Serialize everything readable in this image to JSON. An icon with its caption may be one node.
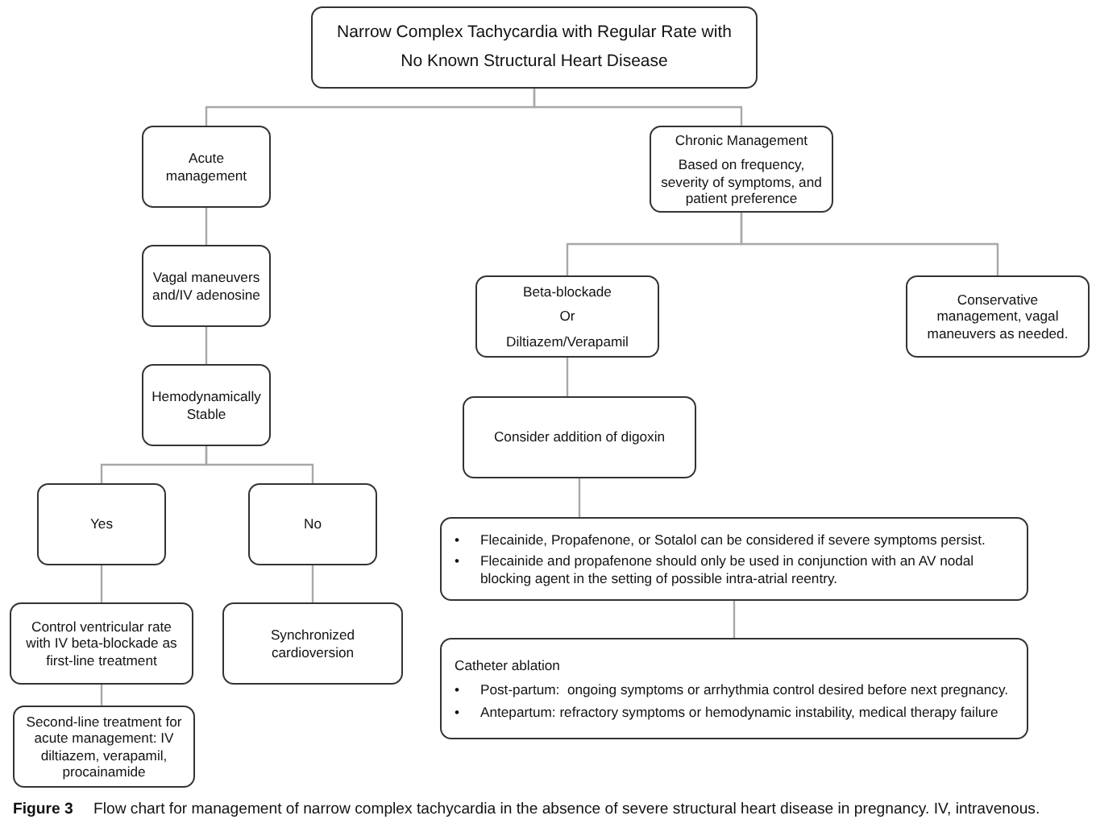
{
  "diagram": {
    "caption": "**Figure 3** Flow chart for management of narrow complex tachycardia in the absence of severe structural heart disease in pregnancy. IV, intravenous.",
    "nodes": [
      {
        "text": [
          "Narrow Complex Tachycardia with Regular Rate with",
          "No Known Structural Heart Disease"
        ]
      },
      {
        "text": [
          "Acute management"
        ]
      },
      {
        "text": [
          "Chronic Management",
          "Based on frequency, severity of symptoms, and patient preference"
        ]
      },
      {
        "text": [
          "Vagal maneuvers and/IV adenosine"
        ]
      },
      {
        "text": [
          "Hemodynamically Stable"
        ]
      },
      {
        "text": [
          "Beta-blockade",
          "Or",
          "Diltiazem/Verapamil"
        ]
      },
      {
        "text": [
          "Conservative management, vagal maneuvers as needed."
        ]
      },
      {
        "text": [
          "Consider addition of digoxin"
        ]
      },
      {
        "text": [
          "Yes"
        ]
      },
      {
        "text": [
          "No"
        ]
      },
      {
        "text": [
          "•",
          "Flecainide, Propafenone, or Sotalol can be considered if severe symptoms persist.",
          "•",
          "Flecainide and propafenone should only be used in conjunction with an AV nodal blocking agent in the setting of possible intra-atrial reentry."
        ]
      },
      {
        "text": [
          "Control ventricular rate with IV beta-blockade as first-line treatment"
        ]
      },
      {
        "text": [
          "Synchronized cardioversion"
        ]
      },
      {
        "text": [
          "Catheter ablation",
          "•",
          "Post-partum:  ongoing symptoms or arrhythmia control desired before next pregnancy.",
          "•",
          "Antepartum: refractory symptoms or hemodynamic instability, medical therapy failure"
        ]
      },
      {
        "text": [
          "Second-line treatment for acute management: IV diltiazem, verapamil, procainamide"
        ]
      }
    ],
    "edges": [
      {
        "from": 0,
        "to": 1,
        "arrow": "none"
      },
      {
        "from": 0,
        "to": 2,
        "arrow": "none"
      },
      {
        "from": 1,
        "to": 3,
        "arrow": "none"
      },
      {
        "from": 3,
        "to": 4,
        "arrow": "none"
      },
      {
        "from": 2,
        "to": 5,
        "arrow": "none"
      },
      {
        "from": 2,
        "to": 6,
        "arrow": "none"
      },
      {
        "from": 5,
        "to": 7,
        "arrow": "none"
      },
      {
        "from": 4,
        "to": 8,
        "arrow": "none"
      },
      {
        "from": 4,
        "to": 9,
        "arrow": "none"
      },
      {
        "from": 8,
        "to": 11,
        "arrow": "none"
      },
      {
        "from": 9,
        "to": 12,
        "arrow": "none"
      },
      {
        "from": 11,
        "to": 14,
        "arrow": "none"
      },
      {
        "from": 7,
        "to": 10,
        "arrow": "none"
      },
      {
        "from": 10,
        "to": 13,
        "arrow": "none"
      }
    ]
  }
}
